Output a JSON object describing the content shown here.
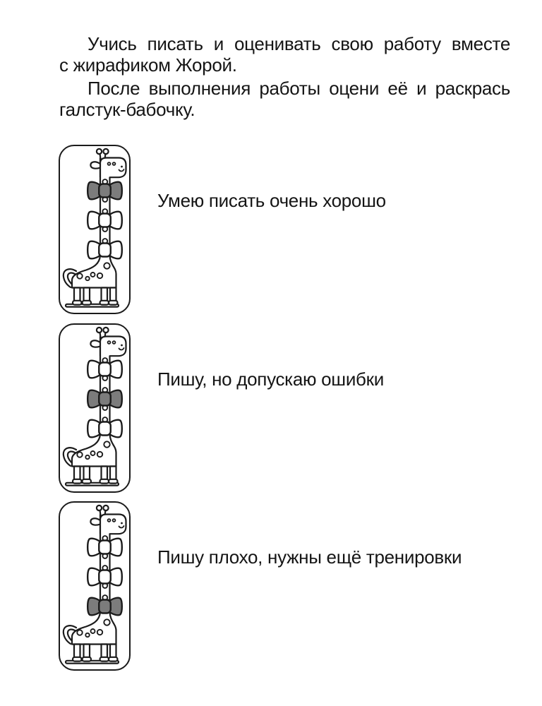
{
  "intro": {
    "p1_line1": "Учись писать и оценивать свою работу вместе",
    "p1_line2": "с жирафиком Жорой.",
    "p2_line1": "После выполнения работы оцени её и раскрась",
    "p2_line2": "галстук-бабочку."
  },
  "rows": [
    {
      "label": "Умею писать очень хорошо",
      "filled_bow": "top"
    },
    {
      "label": "Пишу, но допускаю ошибки",
      "filled_bow": "middle"
    },
    {
      "label": "Пишу плохо, нужны ещё тренировки",
      "filled_bow": "bottom"
    }
  ],
  "illustration": {
    "name": "giraffe-zhora-with-three-bowties",
    "bow_positions": [
      "top",
      "middle",
      "bottom"
    ]
  },
  "colors": {
    "outline": "#1b1b1b",
    "bow_fill": "#7c7c7c",
    "text": "#151515",
    "background": "#ffffff"
  }
}
